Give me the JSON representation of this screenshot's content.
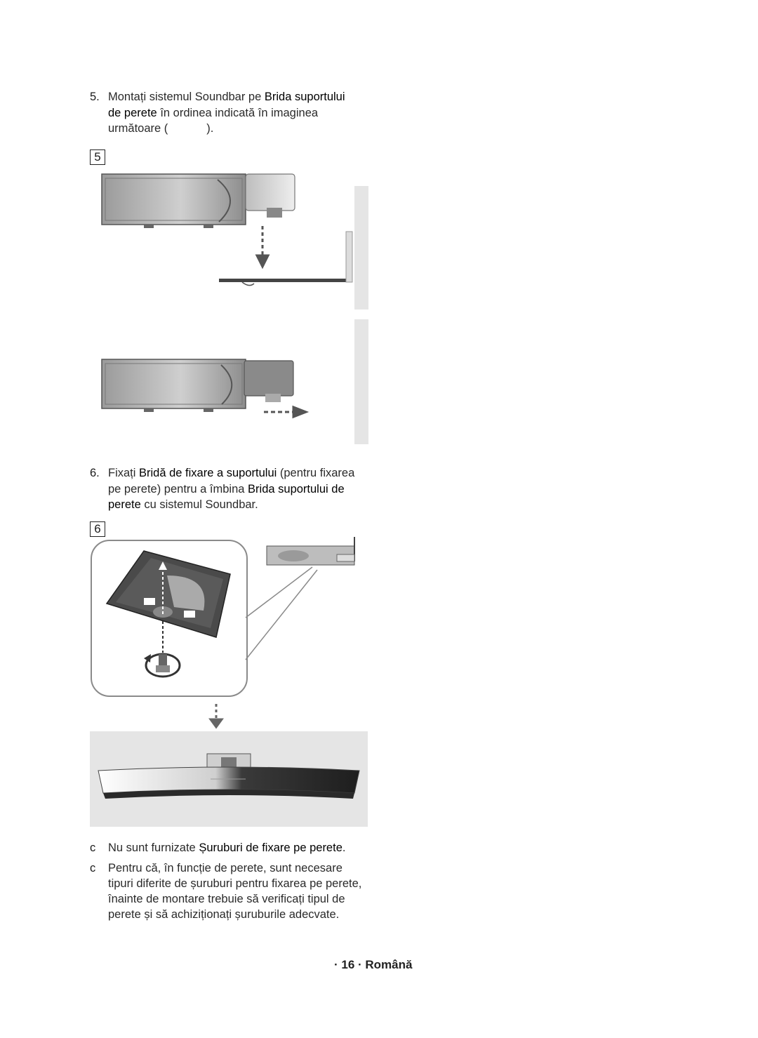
{
  "step5": {
    "number": "5.",
    "pre": "Montați sistemul Soundbar pe ",
    "hl1": "Brida suportului",
    "hl2": "de perete",
    "mid": " în ordinea indicată în imaginea",
    "post": "următoare (            ).",
    "badge": "5"
  },
  "step6": {
    "number": "6.",
    "pre": "Fixați ",
    "hl1": "Bridă de fixare a suportului",
    "mid1": " (pentru fixarea",
    "mid2": "pe perete) pentru a îmbina ",
    "hl2": "Brida suportului de",
    "hl3": "perete",
    "post": " cu sistemul Soundbar.",
    "badge": "6"
  },
  "notes": [
    {
      "marker": "c",
      "pre": "Nu sunt furnizate ",
      "hl": "Șuruburi de fixare pe perete",
      "post": "."
    },
    {
      "marker": "c",
      "line1": "Pentru că, în funcție de perete, sunt necesare",
      "line2": "tipuri diferite de șuruburi pentru fixarea pe perete,",
      "line3": "înainte de montare trebuie să verificați tipul de",
      "line4": "perete și să achiziționați șuruburile adecvate."
    }
  ],
  "footer": "· 16 · Română"
}
